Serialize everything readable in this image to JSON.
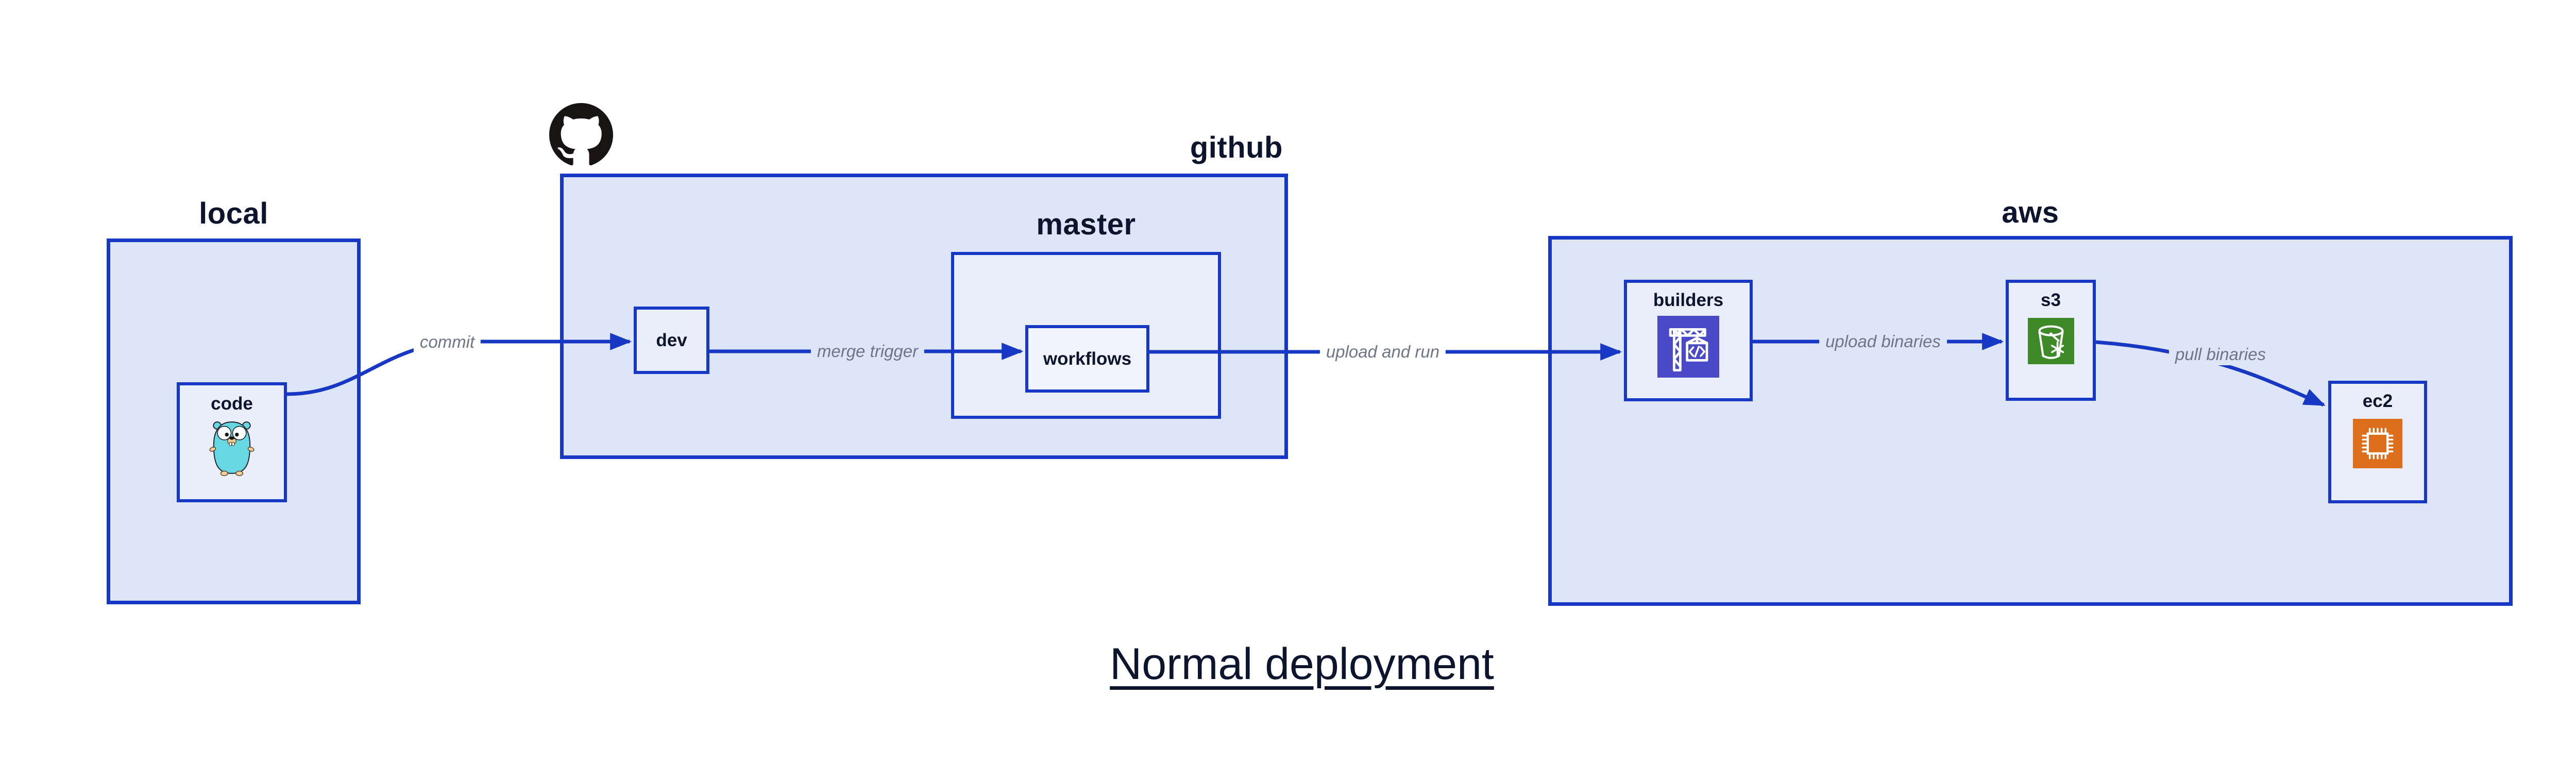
{
  "diagram": {
    "title": "Normal deployment",
    "containers": [
      {
        "id": "local",
        "label": "local"
      },
      {
        "id": "github",
        "label": "github"
      },
      {
        "id": "master",
        "label": "master"
      },
      {
        "id": "aws",
        "label": "aws"
      }
    ],
    "nodes": [
      {
        "id": "code",
        "label": "code",
        "icon": "go-gopher-icon"
      },
      {
        "id": "dev",
        "label": "dev",
        "icon": ""
      },
      {
        "id": "workflows",
        "label": "workflows",
        "icon": ""
      },
      {
        "id": "builders",
        "label": "builders",
        "icon": "codebuild-crane-icon"
      },
      {
        "id": "s3",
        "label": "s3",
        "icon": "s3-bucket-icon"
      },
      {
        "id": "ec2",
        "label": "ec2",
        "icon": "ec2-chip-icon"
      }
    ],
    "edges": [
      {
        "from": "code",
        "to": "dev",
        "label": "commit"
      },
      {
        "from": "dev",
        "to": "workflows",
        "label": "merge trigger"
      },
      {
        "from": "workflows",
        "to": "builders",
        "label": "upload and run"
      },
      {
        "from": "builders",
        "to": "s3",
        "label": "upload binaries"
      },
      {
        "from": "s3",
        "to": "ec2",
        "label": "pull binaries"
      }
    ],
    "logo": "github-octocat-icon",
    "colors": {
      "edge_stroke": "#1738c4",
      "container_fill": "#dfe5f9",
      "node_fill": "#eaeefb",
      "inner_node_fill": "#f1f3fd",
      "label_text": "#0d142e",
      "edge_label_text": "#6f7587",
      "github_black": "#191414",
      "gopher_teal": "#66d7e3",
      "gopher_tan": "#f3cfa0",
      "codebuild_indigo": "#4a4ac9",
      "s3_green": "#3e8a28",
      "ec2_orange": "#dd6f1c"
    }
  }
}
